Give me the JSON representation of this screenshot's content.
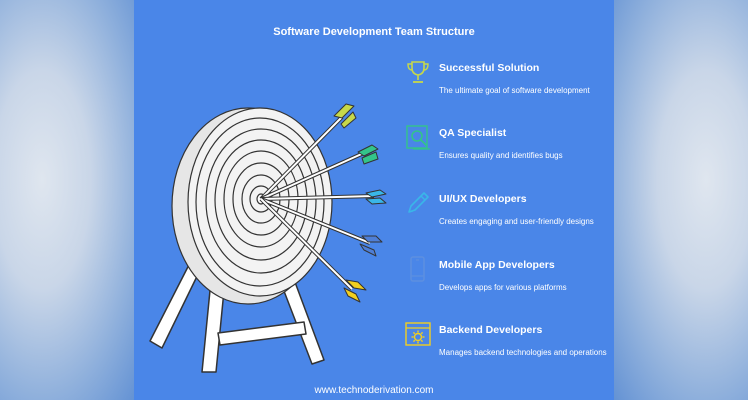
{
  "title": "Software Development Team Structure",
  "footer": "www.technoderivation.com",
  "items": [
    {
      "name": "Successful Solution",
      "desc": "The ultimate goal of software development",
      "icon": "trophy-icon",
      "color": "#c6d84a"
    },
    {
      "name": "QA Specialist",
      "desc": "Ensures quality and identifies bugs",
      "icon": "qa-magnifier-icon",
      "color": "#33c48a"
    },
    {
      "name": "UI/UX Developers",
      "desc": "Creates engaging and user-friendly designs",
      "icon": "pencil-icon",
      "color": "#3ab6e8"
    },
    {
      "name": "Mobile App Developers",
      "desc": "Develops apps for various platforms",
      "icon": "smartphone-icon",
      "color": "#4f7fd6"
    },
    {
      "name": "Backend Developers",
      "desc": "Manages backend technologies and operations",
      "icon": "server-gear-icon",
      "color": "#f2cf1f"
    }
  ]
}
